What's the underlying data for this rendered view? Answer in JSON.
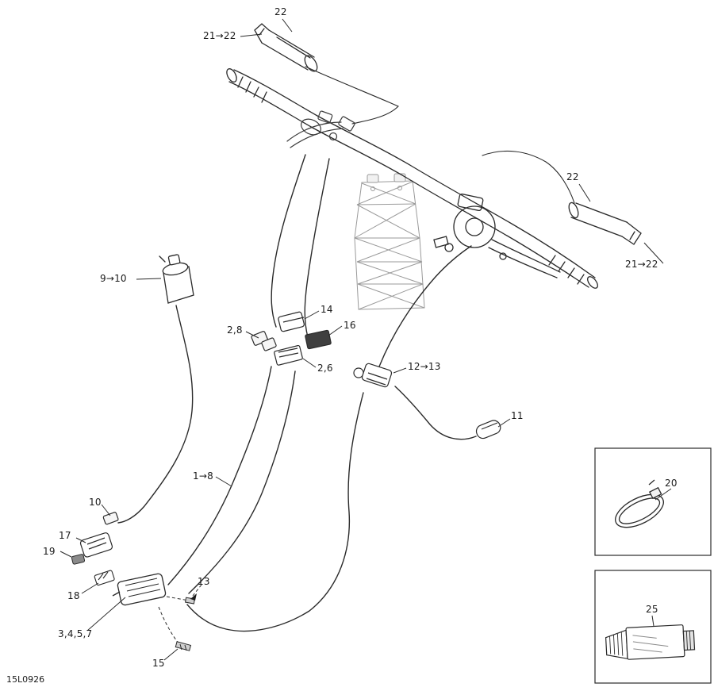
{
  "style": {
    "ink": "#2a2a2a",
    "light_ink": "#9a9a9a",
    "background": "#ffffff"
  },
  "footer": {
    "part_code": "15L0926"
  },
  "callouts": [
    {
      "text": "22"
    },
    {
      "text": "21→22"
    },
    {
      "text": "22"
    },
    {
      "text": "21→22"
    },
    {
      "text": "9→10"
    },
    {
      "text": "14"
    },
    {
      "text": "2,8"
    },
    {
      "text": "16"
    },
    {
      "text": "2,6"
    },
    {
      "text": "12→13"
    },
    {
      "text": "11"
    },
    {
      "text": "1→8"
    },
    {
      "text": "10"
    },
    {
      "text": "17"
    },
    {
      "text": "19"
    },
    {
      "text": "18"
    },
    {
      "text": "3,4,5,7"
    },
    {
      "text": "13"
    },
    {
      "text": "15"
    },
    {
      "text": "20"
    },
    {
      "text": "25"
    }
  ]
}
